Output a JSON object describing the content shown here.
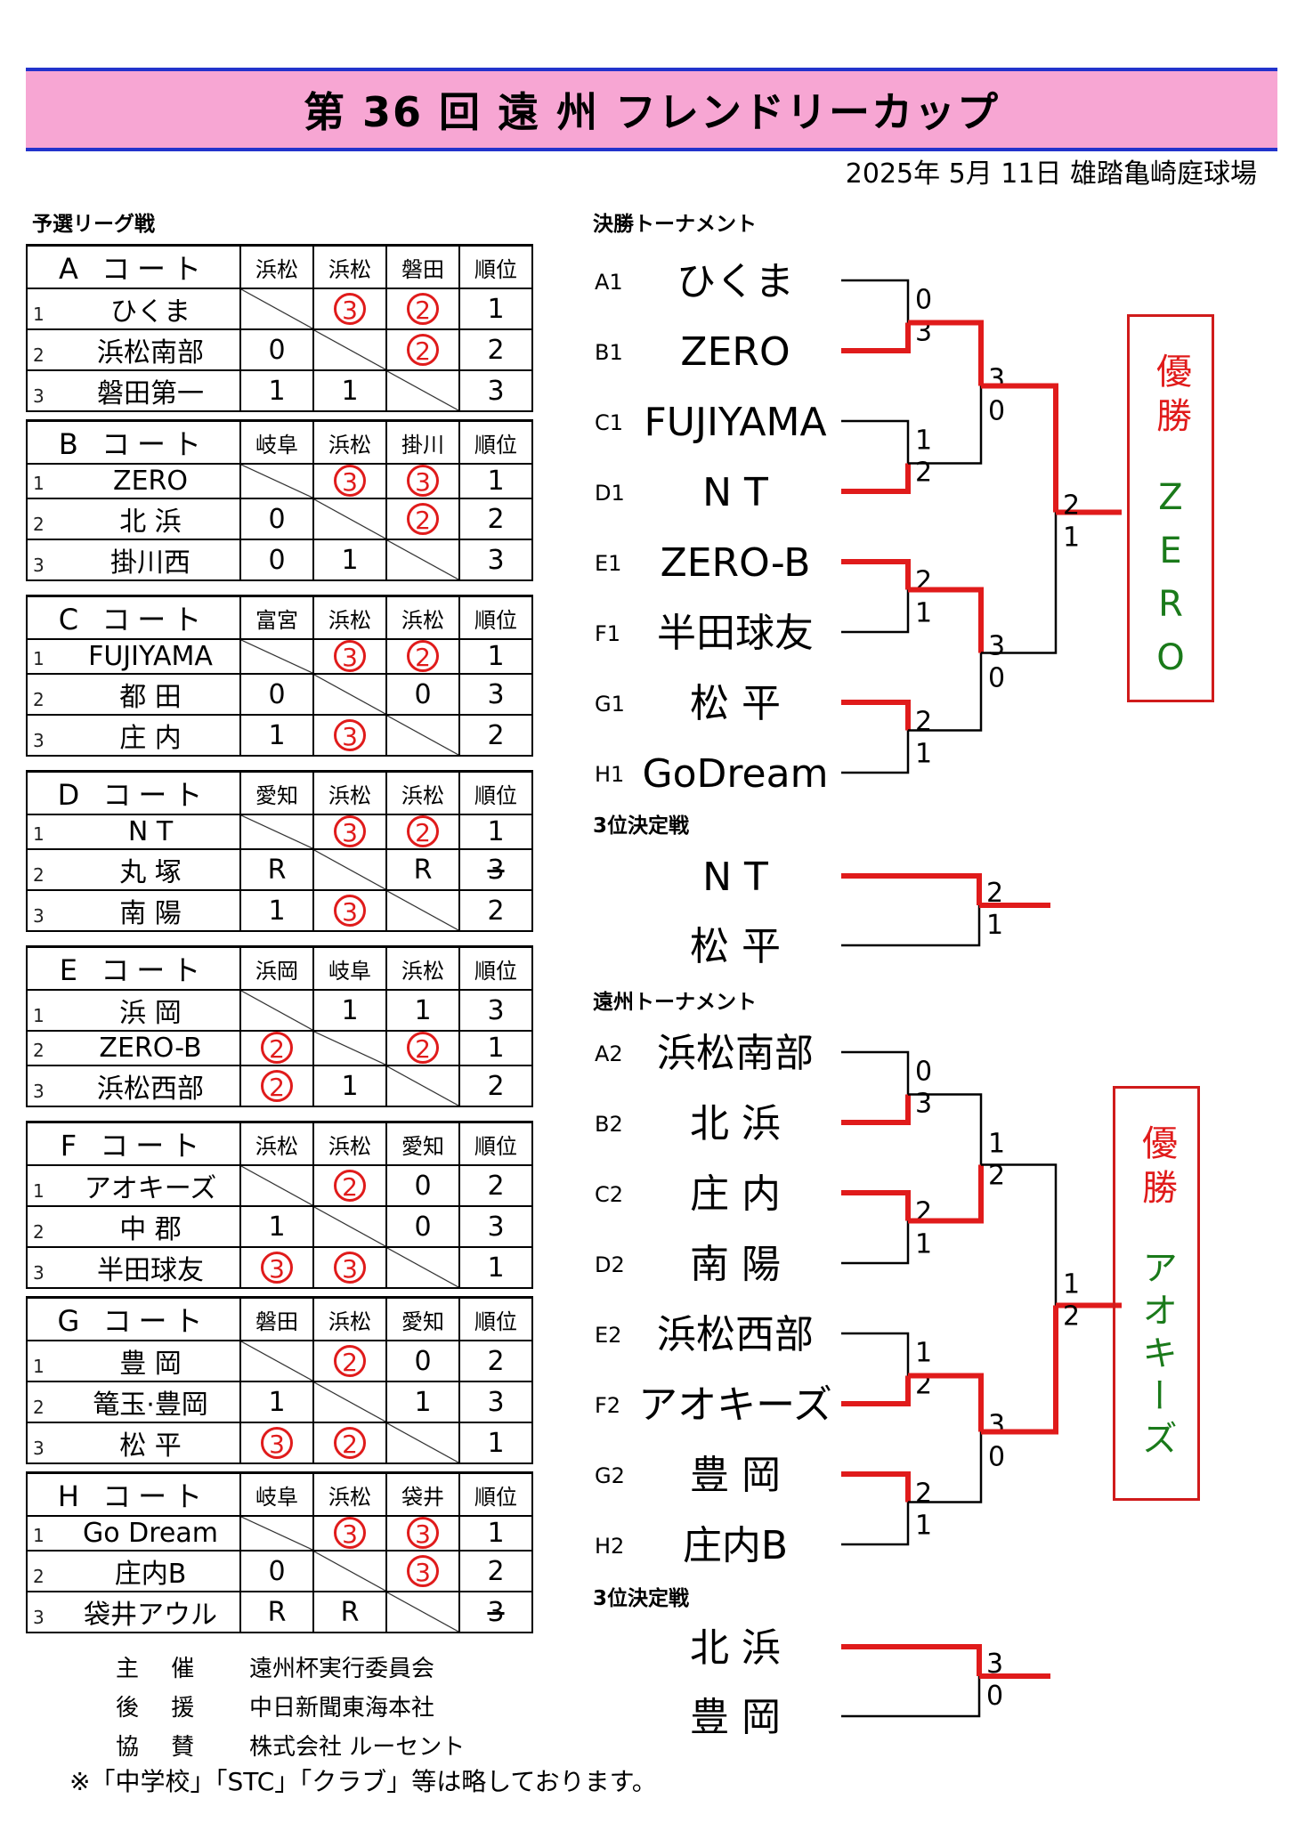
{
  "title": "第 36 回  遠 州 フレンドリーカップ",
  "subtitle": "2025年 5月 11日  雄踏亀崎庭球場",
  "league_heading": "予選リーグ戦",
  "rank_header": "順位",
  "courts": [
    {
      "court": "A コート",
      "opp": [
        "浜松",
        "浜松",
        "磐田"
      ],
      "rows": [
        {
          "no": "1",
          "name": "ひくま",
          "s": [
            "/",
            "③",
            "②"
          ],
          "rank": "1"
        },
        {
          "no": "2",
          "name": "浜松南部",
          "s": [
            "0",
            "/",
            "②"
          ],
          "rank": "2"
        },
        {
          "no": "3",
          "name": "磐田第一",
          "s": [
            "1",
            "1",
            "/"
          ],
          "rank": "3"
        }
      ]
    },
    {
      "court": "B コート",
      "opp": [
        "岐阜",
        "浜松",
        "掛川"
      ],
      "rows": [
        {
          "no": "1",
          "name": "ZERO",
          "s": [
            "/",
            "③",
            "③"
          ],
          "rank": "1"
        },
        {
          "no": "2",
          "name": "北 浜",
          "s": [
            "0",
            "/",
            "②"
          ],
          "rank": "2"
        },
        {
          "no": "3",
          "name": "掛川西",
          "s": [
            "0",
            "1",
            "/"
          ],
          "rank": "3"
        }
      ]
    },
    {
      "court": "C コート",
      "opp": [
        "富宮",
        "浜松",
        "浜松"
      ],
      "rows": [
        {
          "no": "1",
          "name": "FUJIYAMA",
          "s": [
            "/",
            "③",
            "②"
          ],
          "rank": "1"
        },
        {
          "no": "2",
          "name": "都 田",
          "s": [
            "0",
            "/",
            "0"
          ],
          "rank": "3"
        },
        {
          "no": "3",
          "name": "庄 内",
          "s": [
            "1",
            "③",
            "/"
          ],
          "rank": "2"
        }
      ]
    },
    {
      "court": "D コート",
      "opp": [
        "愛知",
        "浜松",
        "浜松"
      ],
      "rows": [
        {
          "no": "1",
          "name": "N T",
          "s": [
            "/",
            "③",
            "②"
          ],
          "rank": "1"
        },
        {
          "no": "2",
          "name": "丸 塚",
          "s": [
            "R",
            "/",
            "R"
          ],
          "rank": "3",
          "strike": true
        },
        {
          "no": "3",
          "name": "南 陽",
          "s": [
            "1",
            "③",
            "/"
          ],
          "rank": "2"
        }
      ]
    },
    {
      "court": "E コート",
      "opp": [
        "浜岡",
        "岐阜",
        "浜松"
      ],
      "rows": [
        {
          "no": "1",
          "name": "浜 岡",
          "s": [
            "/",
            "1",
            "1"
          ],
          "rank": "3"
        },
        {
          "no": "2",
          "name": "ZERO-B",
          "s": [
            "②",
            "/",
            "②"
          ],
          "rank": "1"
        },
        {
          "no": "3",
          "name": "浜松西部",
          "s": [
            "②",
            "1",
            "/"
          ],
          "rank": "2"
        }
      ]
    },
    {
      "court": "F コート",
      "opp": [
        "浜松",
        "浜松",
        "愛知"
      ],
      "rows": [
        {
          "no": "1",
          "name": "アオキーズ",
          "s": [
            "/",
            "②",
            "0"
          ],
          "rank": "2"
        },
        {
          "no": "2",
          "name": "中 郡",
          "s": [
            "1",
            "/",
            "0"
          ],
          "rank": "3"
        },
        {
          "no": "3",
          "name": "半田球友",
          "s": [
            "③",
            "③",
            "/"
          ],
          "rank": "1"
        }
      ]
    },
    {
      "court": "G コート",
      "opp": [
        "磐田",
        "浜松",
        "愛知"
      ],
      "rows": [
        {
          "no": "1",
          "name": "豊 岡",
          "s": [
            "/",
            "②",
            "0"
          ],
          "rank": "2"
        },
        {
          "no": "2",
          "name": "篭玉·豊岡",
          "s": [
            "1",
            "/",
            "1"
          ],
          "rank": "3"
        },
        {
          "no": "3",
          "name": "松 平",
          "s": [
            "③",
            "②",
            "/"
          ],
          "rank": "1"
        }
      ]
    },
    {
      "court": "H コート",
      "opp": [
        "岐阜",
        "浜松",
        "袋井"
      ],
      "rows": [
        {
          "no": "1",
          "name": "Go Dream",
          "s": [
            "/",
            "③",
            "③"
          ],
          "rank": "1"
        },
        {
          "no": "2",
          "name": "庄内B",
          "s": [
            "0",
            "/",
            "③"
          ],
          "rank": "2"
        },
        {
          "no": "3",
          "name": "袋井アウル",
          "s": [
            "R",
            "R",
            "/"
          ],
          "rank": "3",
          "strike": true
        }
      ]
    }
  ],
  "final": {
    "heading": "決勝トーナメント",
    "seeds": [
      "A1",
      "B1",
      "C1",
      "D1",
      "E1",
      "F1",
      "G1",
      "H1"
    ],
    "teams": [
      "ひくま",
      "ZERO",
      "FUJIYAMA",
      "N T",
      "ZERO-B",
      "半田球友",
      "松 平",
      "GoDream"
    ],
    "r1": [
      [
        "0",
        "3"
      ],
      [
        "1",
        "2"
      ],
      [
        "2",
        "1"
      ],
      [
        "2",
        "1"
      ]
    ],
    "r2": [
      [
        "3",
        "0"
      ],
      [
        "3",
        "0"
      ]
    ],
    "r3": [
      "2",
      "1"
    ],
    "winner_label": "優勝",
    "winner": "ZERO",
    "third_heading": "3位決定戦",
    "third_teams": [
      "N T",
      "松 平"
    ],
    "third_scores": [
      "2",
      "1"
    ]
  },
  "enshu": {
    "heading": "遠州トーナメント",
    "seeds": [
      "A2",
      "B2",
      "C2",
      "D2",
      "E2",
      "F2",
      "G2",
      "H2"
    ],
    "teams": [
      "浜松南部",
      "北 浜",
      "庄 内",
      "南 陽",
      "浜松西部",
      "アオキーズ",
      "豊 岡",
      "庄内B"
    ],
    "r1": [
      [
        "0",
        "3"
      ],
      [
        "2",
        "1"
      ],
      [
        "1",
        "2"
      ],
      [
        "2",
        "1"
      ]
    ],
    "r2": [
      [
        "1",
        "2"
      ],
      [
        "3",
        "0"
      ]
    ],
    "r3": [
      "1",
      "2"
    ],
    "winner_label": "優勝",
    "winner": "アオキーズ",
    "third_heading": "3位決定戦",
    "third_teams": [
      "北 浜",
      "豊 岡"
    ],
    "third_scores": [
      "3",
      "0"
    ]
  },
  "footer": [
    {
      "k": "主 催",
      "v": "遠州杯実行委員会"
    },
    {
      "k": "後 援",
      "v": "中日新聞東海本社"
    },
    {
      "k": "協 賛",
      "v": "株式会社 ルーセント"
    }
  ],
  "footnote": "※「中学校」「STC」「クラブ」等は略しております。",
  "colors": {
    "accent": "#e01b1b",
    "title_bg": "#f7a6d3",
    "title_border": "#2233cc",
    "winner_text": "#1a7a1a"
  }
}
